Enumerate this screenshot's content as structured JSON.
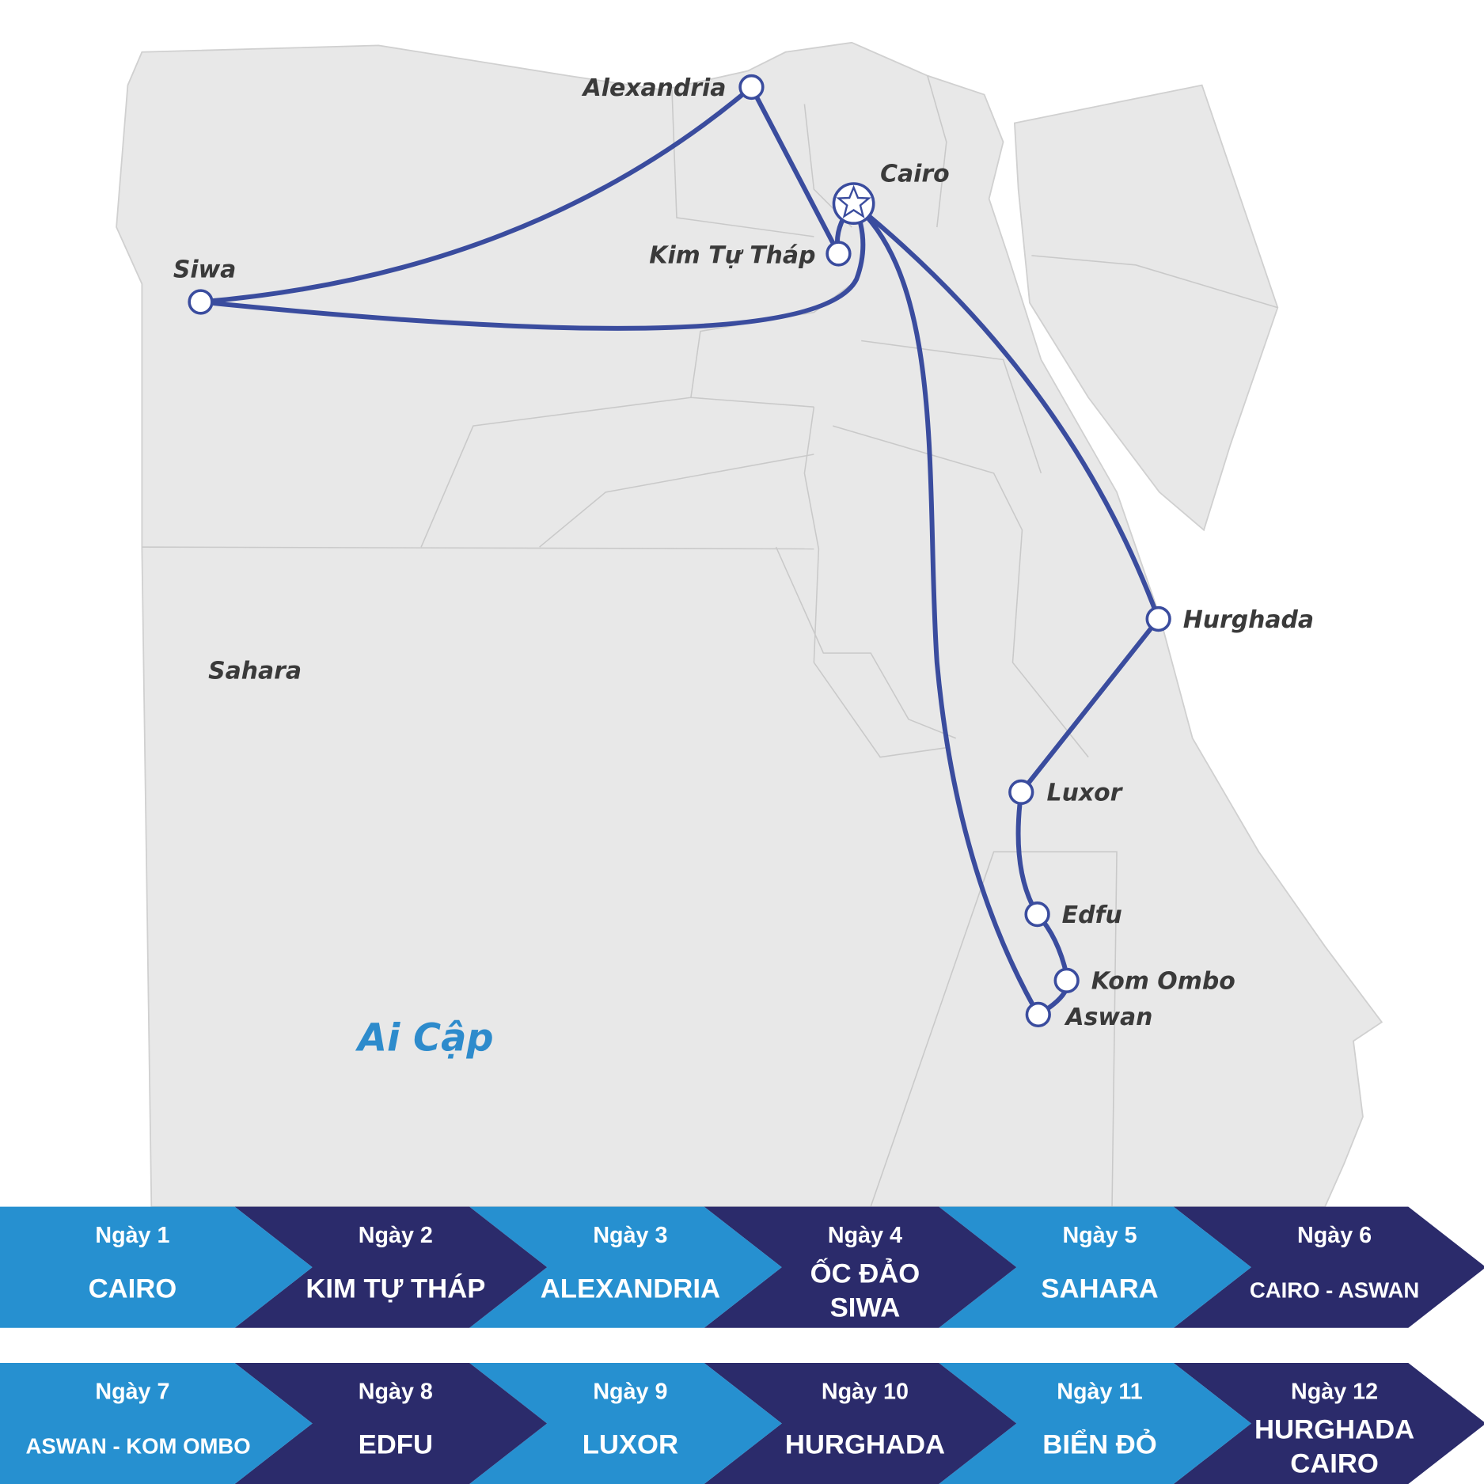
{
  "colors": {
    "land": "#e8e8e8",
    "route": "#3a4c9e",
    "light": "#2690d0",
    "dark": "#2b2b6b",
    "country_label": "#2d8bcc"
  },
  "map": {
    "country_label": "Ai Cập",
    "region_label": "Sahara",
    "cities": {
      "alexandria": "Alexandria",
      "cairo": "Cairo",
      "kim_tu_thap": "Kim Tự Tháp",
      "siwa": "Siwa",
      "hurghada": "Hurghada",
      "luxor": "Luxor",
      "edfu": "Edfu",
      "kom_ombo": "Kom Ombo",
      "aswan": "Aswan"
    },
    "start_icon": "star-icon"
  },
  "itinerary": [
    {
      "day": "Ngày 1",
      "place": [
        "CAIRO"
      ]
    },
    {
      "day": "Ngày 2",
      "place": [
        "KIM TỰ THÁP"
      ]
    },
    {
      "day": "Ngày 3",
      "place": [
        "ALEXANDRIA"
      ]
    },
    {
      "day": "Ngày 4",
      "place": [
        "ỐC ĐẢO",
        "SIWA"
      ]
    },
    {
      "day": "Ngày 5",
      "place": [
        "SAHARA"
      ]
    },
    {
      "day": "Ngày 6",
      "place": [
        "CAIRO - ASWAN"
      ]
    },
    {
      "day": "Ngày 7",
      "place": [
        "ASWAN - KOM OMBO"
      ]
    },
    {
      "day": "Ngày 8",
      "place": [
        "EDFU"
      ]
    },
    {
      "day": "Ngày 9",
      "place": [
        "LUXOR"
      ]
    },
    {
      "day": "Ngày 10",
      "place": [
        "HURGHADA"
      ]
    },
    {
      "day": "Ngày 11",
      "place": [
        "BIỂN ĐỎ"
      ]
    },
    {
      "day": "Ngày 12",
      "place": [
        "HURGHADA",
        "CAIRO"
      ]
    }
  ]
}
